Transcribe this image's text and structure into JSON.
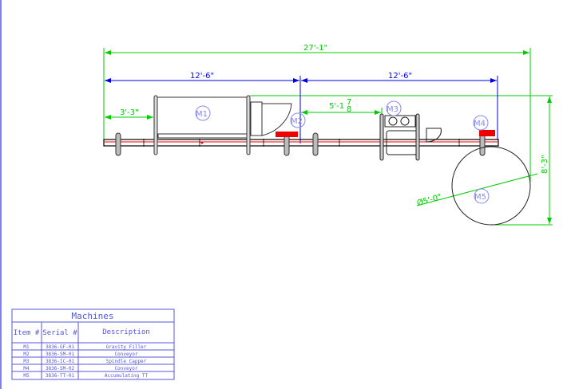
{
  "dimensions": {
    "overall": "27'-1\"",
    "left_section": "12'-6\"",
    "right_section": "12'-6\"",
    "filler_offset": "3'-3\"",
    "capper_offset": "5'-1",
    "capper_offset_frac_num": "7",
    "capper_offset_frac_den": "8",
    "vertical": "8'-3\"",
    "turntable_diameter": "Ø5'-0\""
  },
  "machine_labels": [
    "M1",
    "M2",
    "M3",
    "M4",
    "M5"
  ],
  "table": {
    "title": "Machines",
    "headers": [
      "Item #",
      "Serial #",
      "Description"
    ],
    "rows": [
      [
        "M1",
        "3836-GF-01",
        "Gravity Filler"
      ],
      [
        "M2",
        "3836-SM-01",
        "Conveyor"
      ],
      [
        "M3",
        "3836-IC-01",
        "Spindle Capper"
      ],
      [
        "M4",
        "3836-SM-02",
        "Conveyor"
      ],
      [
        "M5",
        "3836-TT-01",
        "Accumulating TT"
      ]
    ]
  },
  "colors": {
    "dim": "#00cc00",
    "blue": "#0000ee",
    "red": "#ee0000",
    "bubble": "#8888ee"
  }
}
